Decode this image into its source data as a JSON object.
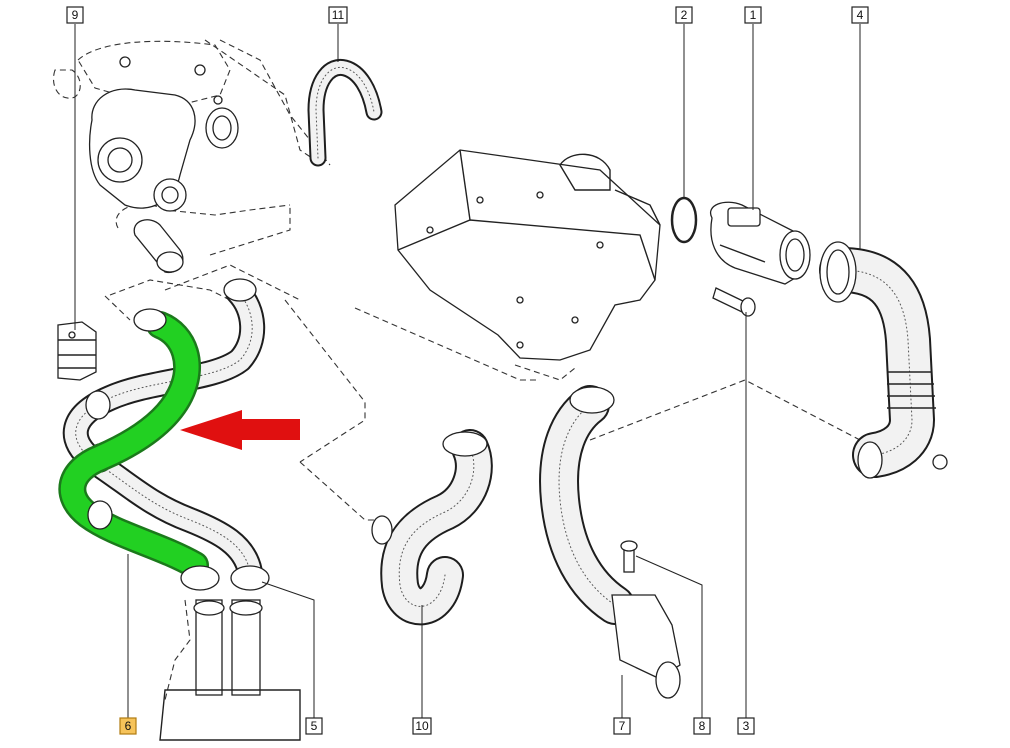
{
  "callouts": {
    "c1": "1",
    "c2": "2",
    "c3": "3",
    "c4": "4",
    "c5": "5",
    "c6": "6",
    "c7": "7",
    "c8": "8",
    "c9": "9",
    "c10": "10",
    "c11": "11"
  },
  "highlight": {
    "part_number": "6",
    "hose_color": "#22d022",
    "arrow_color": "#e01010",
    "badge_color": "#f6c35a"
  }
}
